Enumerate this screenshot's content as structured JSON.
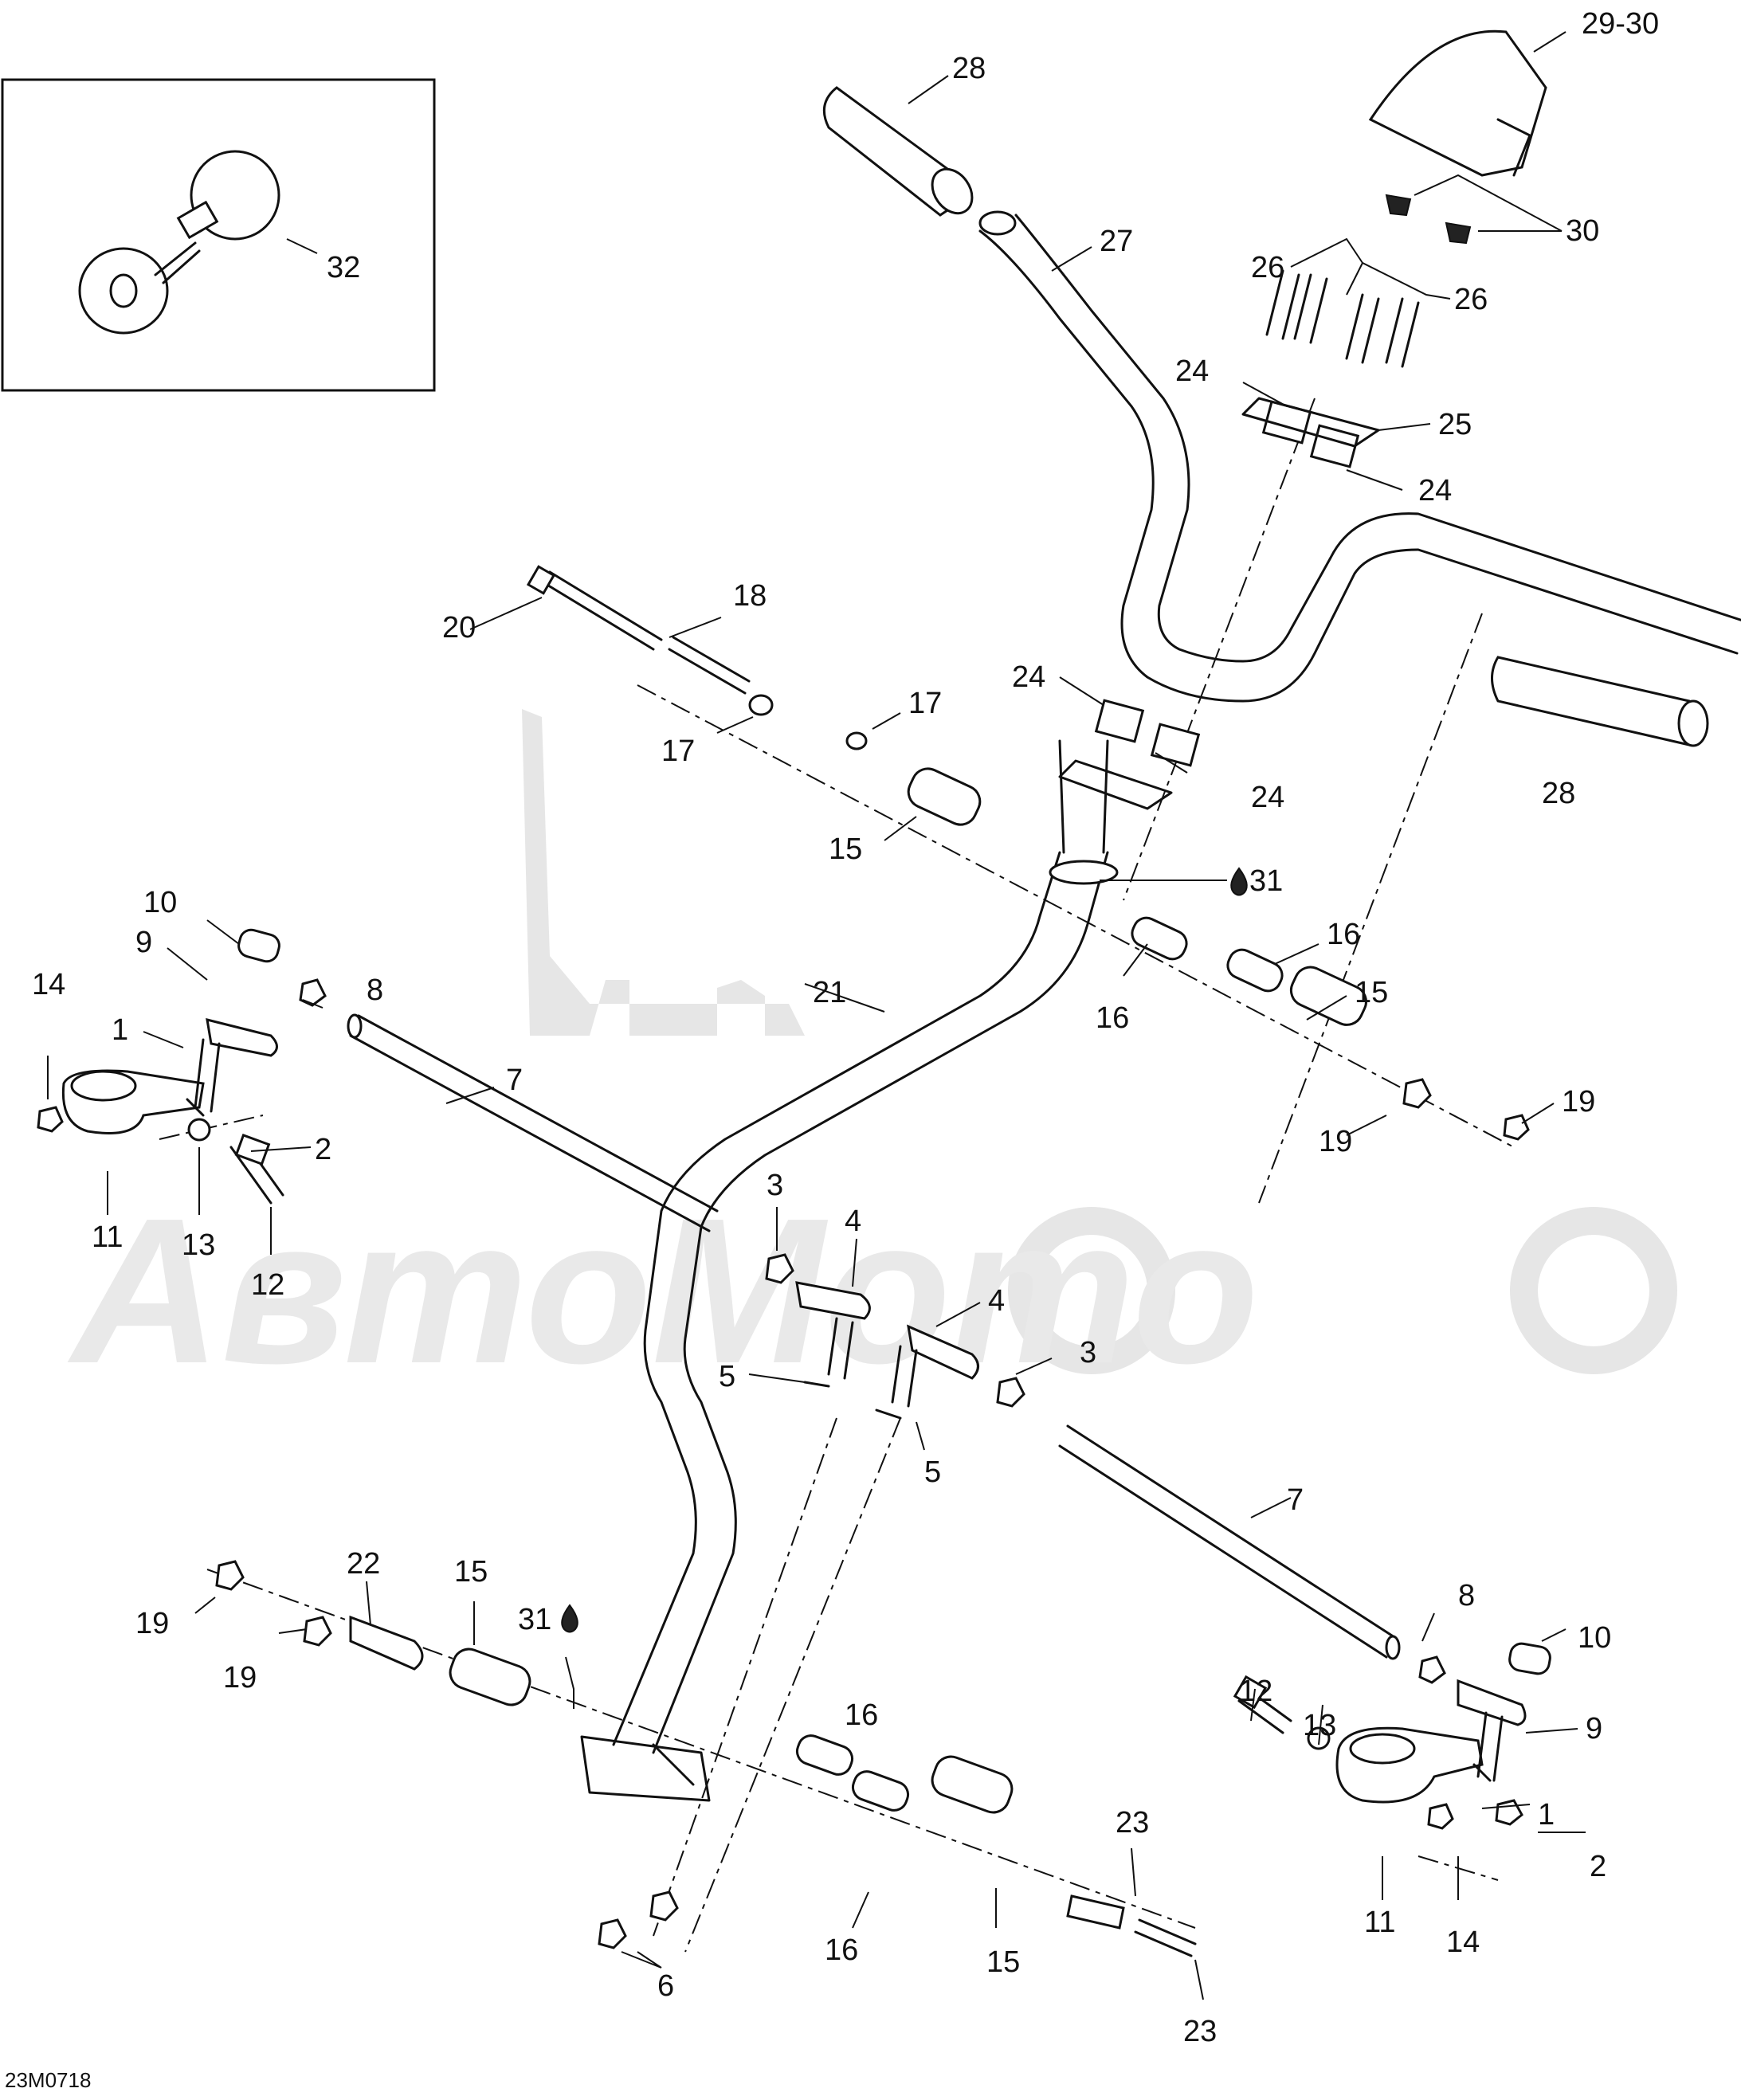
{
  "watermark": "АвтоМото",
  "drawing_code": "23M0718",
  "callouts": [
    {
      "id": "c28a",
      "text": "28"
    },
    {
      "id": "c2930",
      "text": "29-30"
    },
    {
      "id": "c30",
      "text": "30"
    },
    {
      "id": "c27",
      "text": "27"
    },
    {
      "id": "c26a",
      "text": "26"
    },
    {
      "id": "c26b",
      "text": "26"
    },
    {
      "id": "c32",
      "text": "32"
    },
    {
      "id": "c24a",
      "text": "24"
    },
    {
      "id": "c25",
      "text": "25"
    },
    {
      "id": "c24b",
      "text": "24"
    },
    {
      "id": "c18",
      "text": "18"
    },
    {
      "id": "c20",
      "text": "20"
    },
    {
      "id": "c24c",
      "text": "24"
    },
    {
      "id": "c17a",
      "text": "17"
    },
    {
      "id": "c17b",
      "text": "17"
    },
    {
      "id": "c28b",
      "text": "28"
    },
    {
      "id": "c24d",
      "text": "24"
    },
    {
      "id": "c15a",
      "text": "15"
    },
    {
      "id": "c31a",
      "text": "31"
    },
    {
      "id": "c10a",
      "text": "10"
    },
    {
      "id": "c9a",
      "text": "9"
    },
    {
      "id": "c14a",
      "text": "14"
    },
    {
      "id": "c8a",
      "text": "8"
    },
    {
      "id": "c16a",
      "text": "16"
    },
    {
      "id": "c1a",
      "text": "1"
    },
    {
      "id": "c21",
      "text": "21"
    },
    {
      "id": "c7a",
      "text": "7"
    },
    {
      "id": "c16b",
      "text": "16"
    },
    {
      "id": "c15b",
      "text": "15"
    },
    {
      "id": "c2a",
      "text": "2"
    },
    {
      "id": "c19a",
      "text": "19"
    },
    {
      "id": "c19b",
      "text": "19"
    },
    {
      "id": "c11a",
      "text": "11"
    },
    {
      "id": "c13a",
      "text": "13"
    },
    {
      "id": "c12a",
      "text": "12"
    },
    {
      "id": "c3a",
      "text": "3"
    },
    {
      "id": "c4a",
      "text": "4"
    },
    {
      "id": "c4b",
      "text": "4"
    },
    {
      "id": "c3b",
      "text": "3"
    },
    {
      "id": "c5a",
      "text": "5"
    },
    {
      "id": "c5b",
      "text": "5"
    },
    {
      "id": "c7b",
      "text": "7"
    },
    {
      "id": "c22",
      "text": "22"
    },
    {
      "id": "c15c",
      "text": "15"
    },
    {
      "id": "c31b",
      "text": "31"
    },
    {
      "id": "c19c",
      "text": "19"
    },
    {
      "id": "c8b",
      "text": "8"
    },
    {
      "id": "c10b",
      "text": "10"
    },
    {
      "id": "c19d",
      "text": "19"
    },
    {
      "id": "c16c",
      "text": "16"
    },
    {
      "id": "c12b",
      "text": "12"
    },
    {
      "id": "c13b",
      "text": "13"
    },
    {
      "id": "c9b",
      "text": "9"
    },
    {
      "id": "c23a",
      "text": "23"
    },
    {
      "id": "c1b",
      "text": "1"
    },
    {
      "id": "c6",
      "text": "6"
    },
    {
      "id": "c16d",
      "text": "16"
    },
    {
      "id": "c15d",
      "text": "15"
    },
    {
      "id": "c2b",
      "text": "2"
    },
    {
      "id": "c11b",
      "text": "11"
    },
    {
      "id": "c14b",
      "text": "14"
    },
    {
      "id": "c23b",
      "text": "23"
    }
  ]
}
